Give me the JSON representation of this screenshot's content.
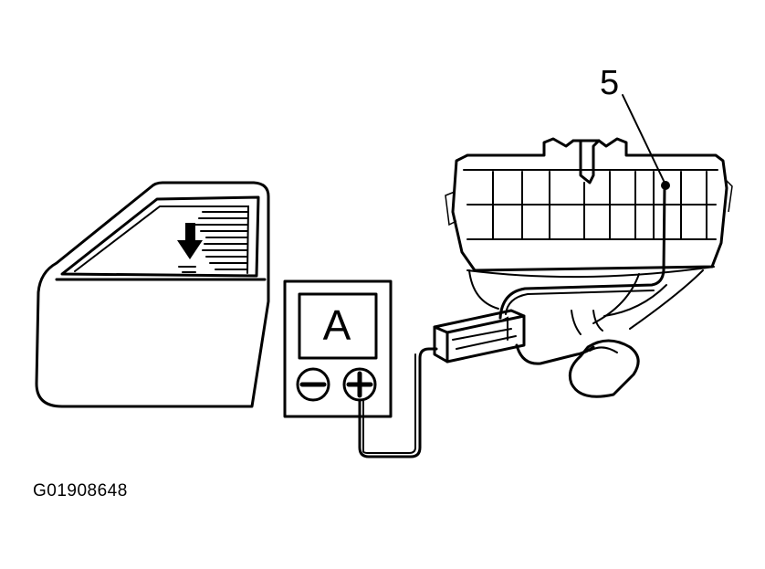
{
  "callout": {
    "number": "5"
  },
  "meter": {
    "letter": "A",
    "minus_terminal": "minus-icon",
    "plus_terminal": "plus-icon"
  },
  "figure": {
    "code": "G01908648"
  },
  "colors": {
    "ink": "#000000",
    "paper": "#ffffff"
  }
}
